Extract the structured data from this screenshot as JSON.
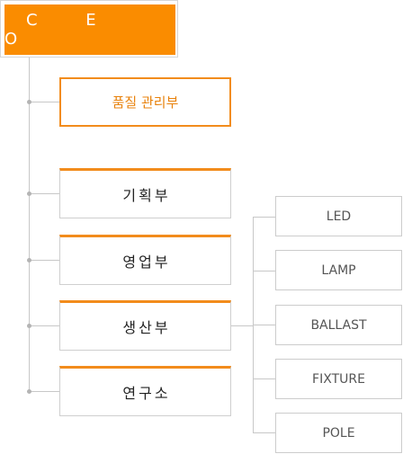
{
  "ceo": {
    "label": "C E O"
  },
  "quality": {
    "label": "품질 관리부"
  },
  "departments": [
    {
      "label": "기획부"
    },
    {
      "label": "영업부"
    },
    {
      "label": "생산부"
    },
    {
      "label": "연구소"
    }
  ],
  "products": [
    {
      "label": "LED"
    },
    {
      "label": "LAMP"
    },
    {
      "label": "BALLAST"
    },
    {
      "label": "FIXTURE"
    },
    {
      "label": "POLE"
    }
  ],
  "colors": {
    "accent": "#fa8c00",
    "connector": "#c8c8c8",
    "border": "#cfcfcf"
  }
}
